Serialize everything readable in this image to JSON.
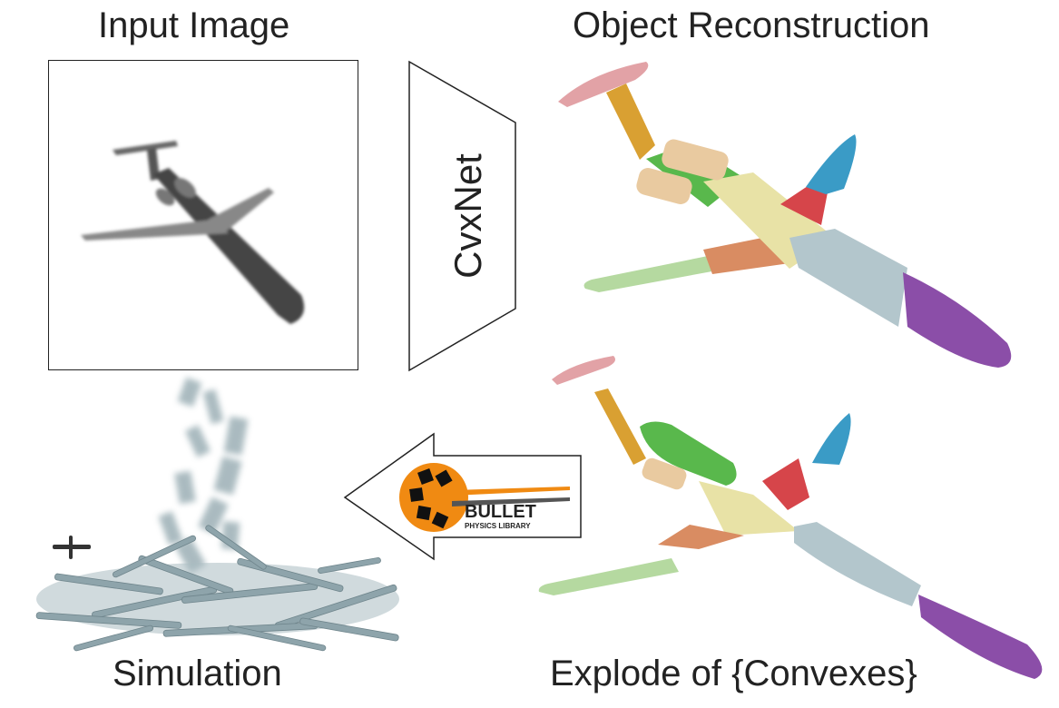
{
  "labels": {
    "input": "Input Image",
    "reconstruction": "Object Reconstruction",
    "simulation": "Simulation",
    "explode": "Explode of {Convexes}"
  },
  "network": {
    "name": "CvxNet"
  },
  "logo": {
    "main": "BULLET",
    "sub": "PHYSICS  LIBRARY"
  },
  "colors": {
    "tail_pink": "#e2a2a6",
    "fin_orange": "#d9a032",
    "cockpit_green": "#59b84c",
    "engine_tan": "#e9caa0",
    "fin_red": "#d6454a",
    "fin_blue": "#3a9bc6",
    "fuselage_cream": "#e8e2a6",
    "wing_orange": "#d98c62",
    "wing_green": "#b5d9a0",
    "body_gray": "#b3c6cc",
    "nose_purple": "#8b4ea8",
    "logo_orange": "#f08a12"
  }
}
